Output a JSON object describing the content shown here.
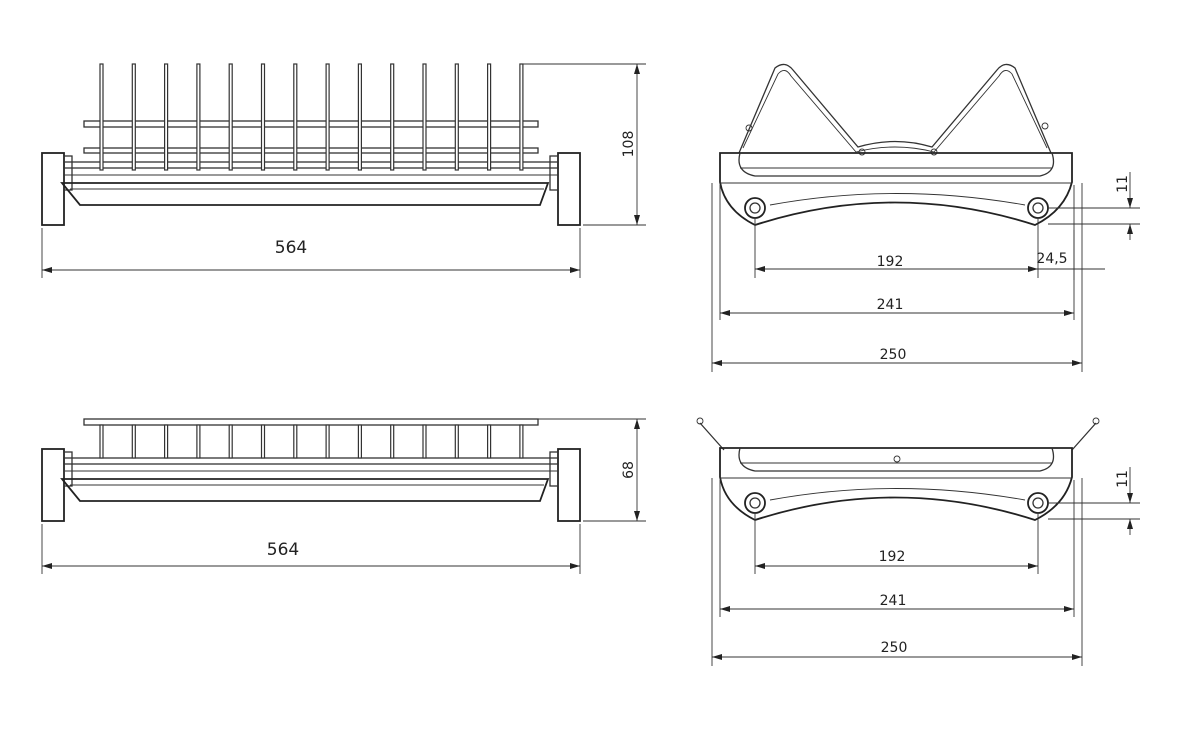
{
  "dimensions": {
    "top_front_width": "564",
    "top_front_height": "108",
    "top_side_hole_spacing": "192",
    "top_side_inner_width": "241",
    "top_side_outer_width": "250",
    "top_side_edge_offset": "24,5",
    "top_side_hole_height": "11",
    "bottom_front_width": "564",
    "bottom_front_height": "68",
    "bottom_side_hole_spacing": "192",
    "bottom_side_inner_width": "241",
    "bottom_side_outer_width": "250",
    "bottom_side_hole_height": "11"
  },
  "colors": {
    "line": "#333333",
    "background": "#ffffff"
  }
}
